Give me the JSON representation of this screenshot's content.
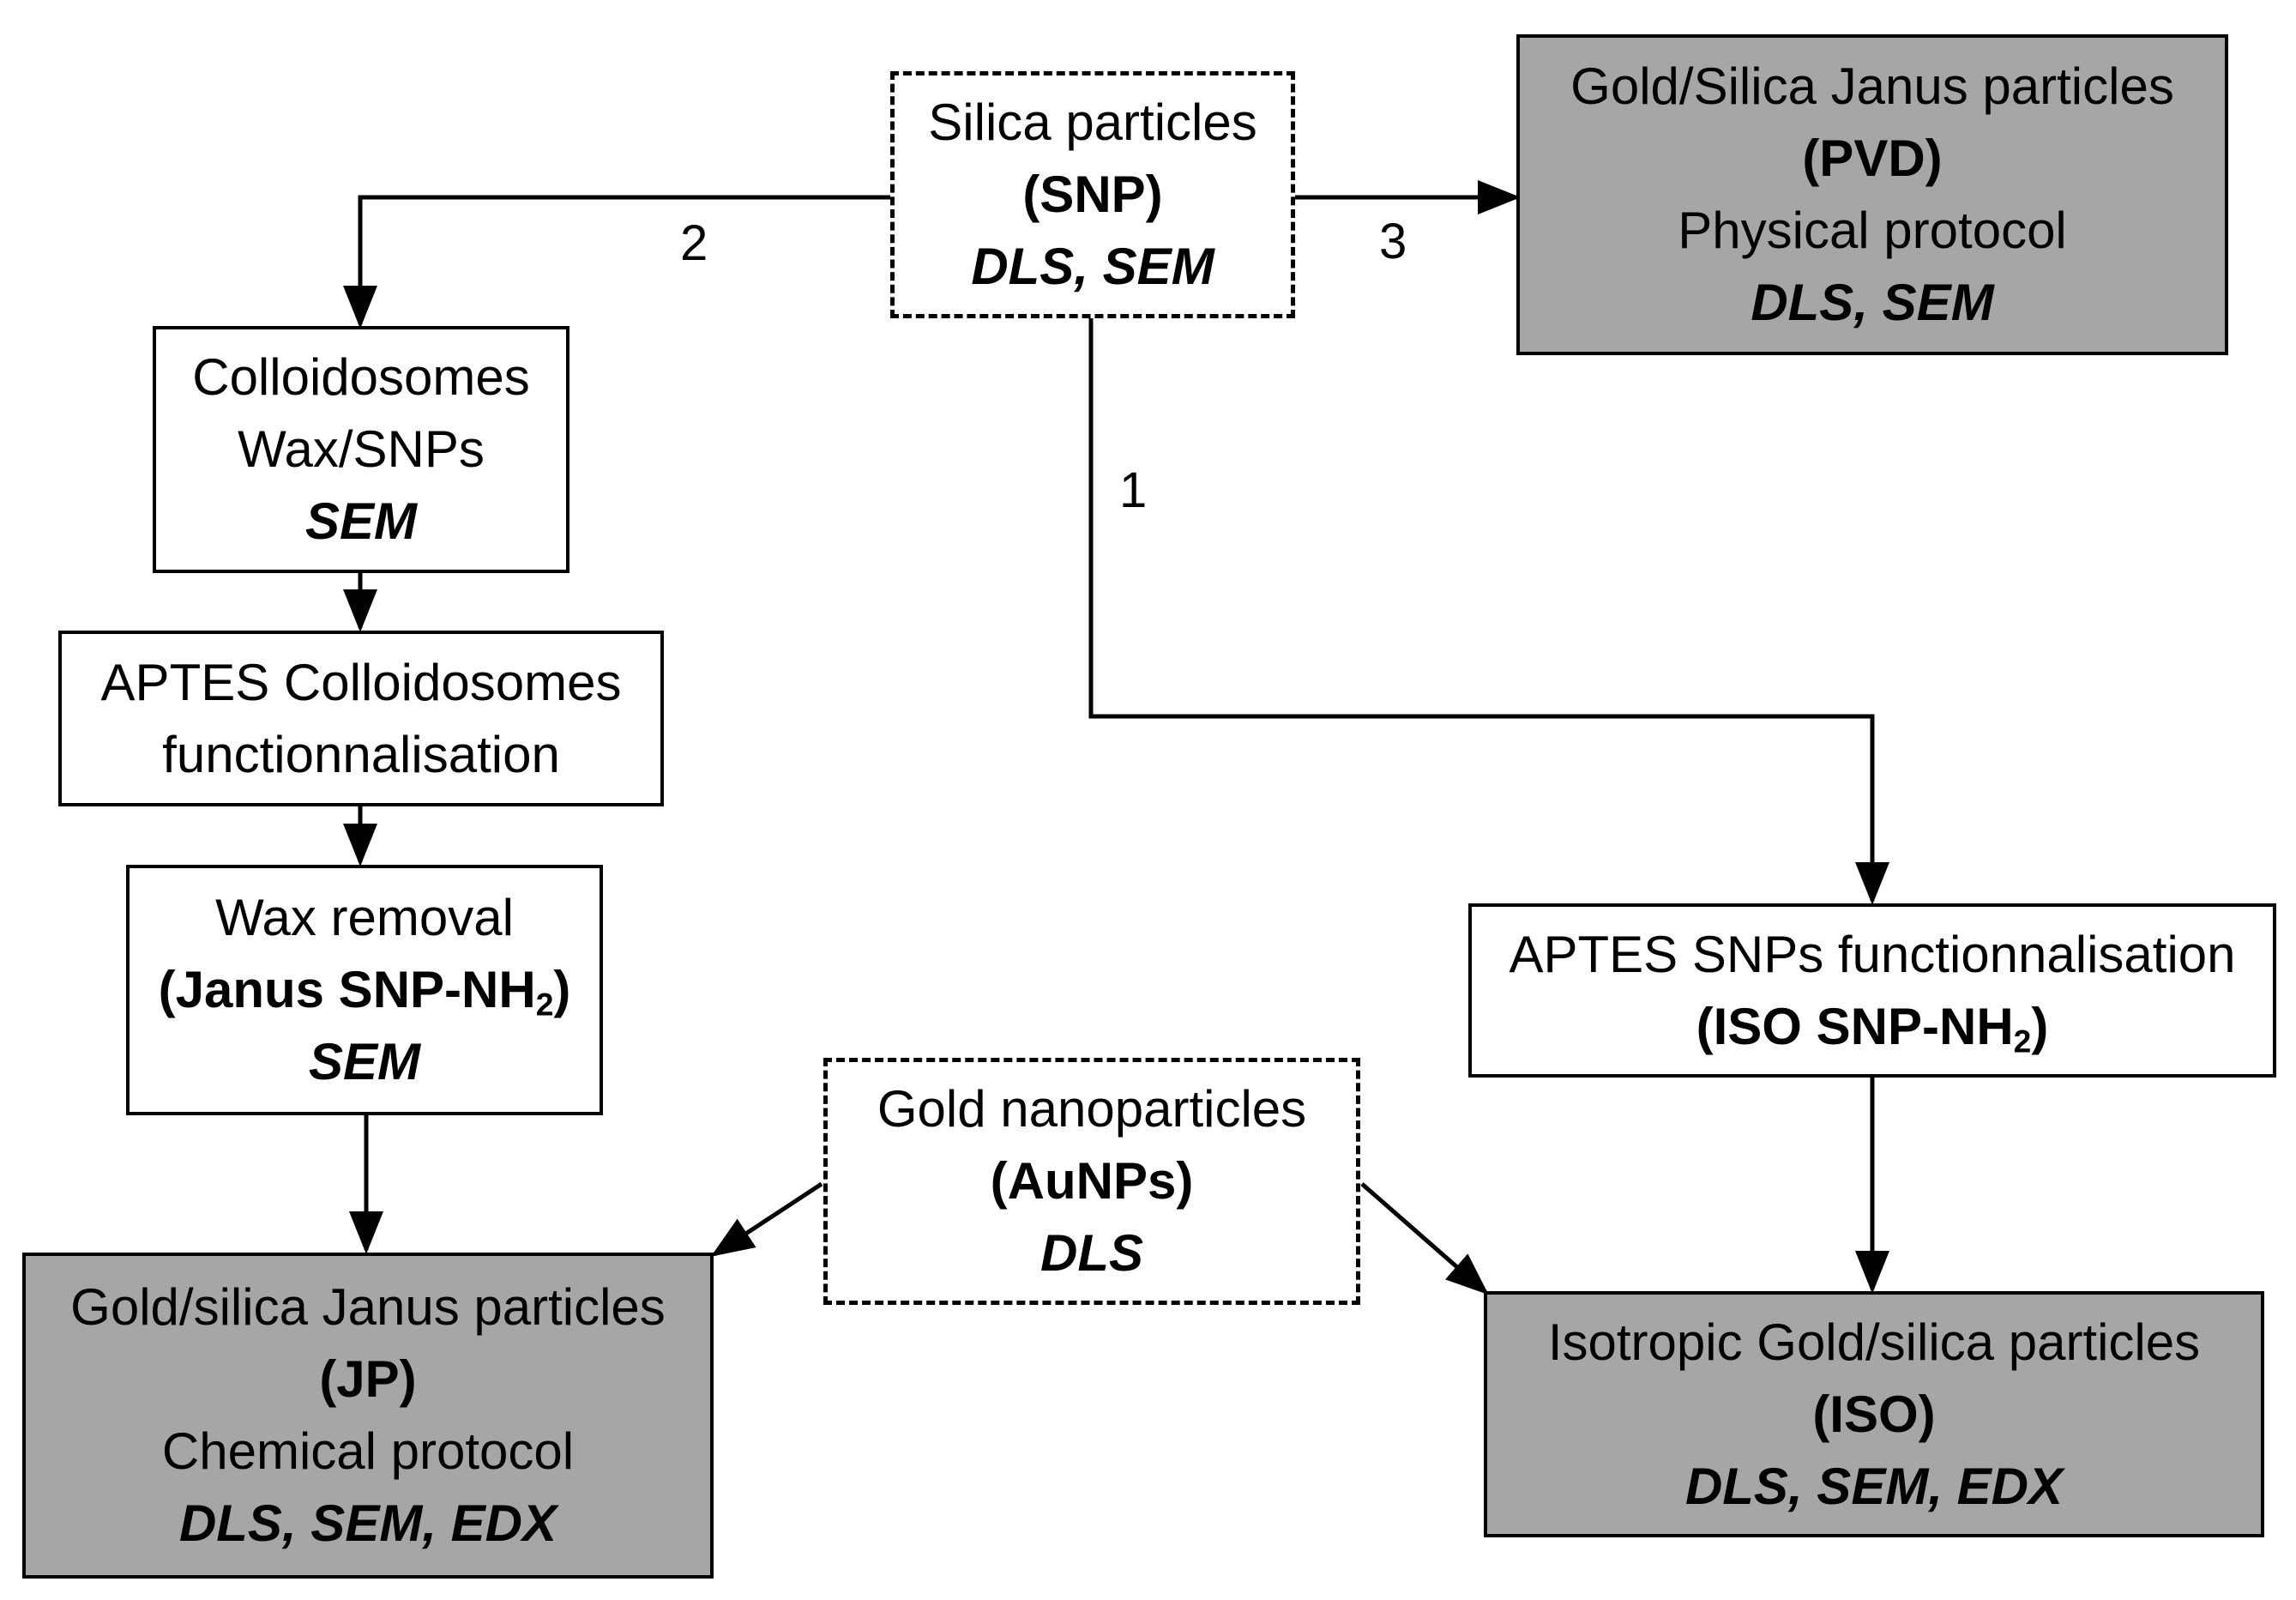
{
  "nodes": {
    "silica": {
      "line1": "Silica particles",
      "line2": "(SNP)",
      "line3": "DLS, SEM"
    },
    "gold_silica_pvd": {
      "line1": "Gold/Silica Janus particles",
      "line2": "(PVD)",
      "line3": "Physical protocol",
      "line4": "DLS, SEM"
    },
    "colloidosomes": {
      "line1": "Colloidosomes",
      "line2": "Wax/SNPs",
      "line3": "SEM"
    },
    "aptes_colloidosomes": {
      "line1": "APTES Colloidosomes",
      "line2": "functionnalisation"
    },
    "wax_removal": {
      "line1": "Wax removal",
      "line2_main": "(Janus SNP-NH",
      "line2_sub": "2",
      "line2_end": ")",
      "line3": "SEM"
    },
    "aptes_snps": {
      "line1": "APTES SNPs functionnalisation",
      "line2_main": "(ISO SNP-NH",
      "line2_sub": "2",
      "line2_end": ")"
    },
    "gold_nano": {
      "line1": "Gold nanoparticles",
      "line2": "(AuNPs)",
      "line3": "DLS"
    },
    "gold_silica_jp": {
      "line1": "Gold/silica Janus particles",
      "line2": "(JP)",
      "line3": "Chemical protocol",
      "line4": "DLS, SEM, EDX"
    },
    "isotropic": {
      "line1": "Isotropic Gold/silica particles",
      "line2": "(ISO)",
      "line3": "DLS, SEM, EDX"
    }
  },
  "route_labels": {
    "r1": "1",
    "r2": "2",
    "r3": "3"
  },
  "colors": {
    "stroke": "#000000",
    "filled_box": "#a6a6a6",
    "background": "#ffffff"
  }
}
